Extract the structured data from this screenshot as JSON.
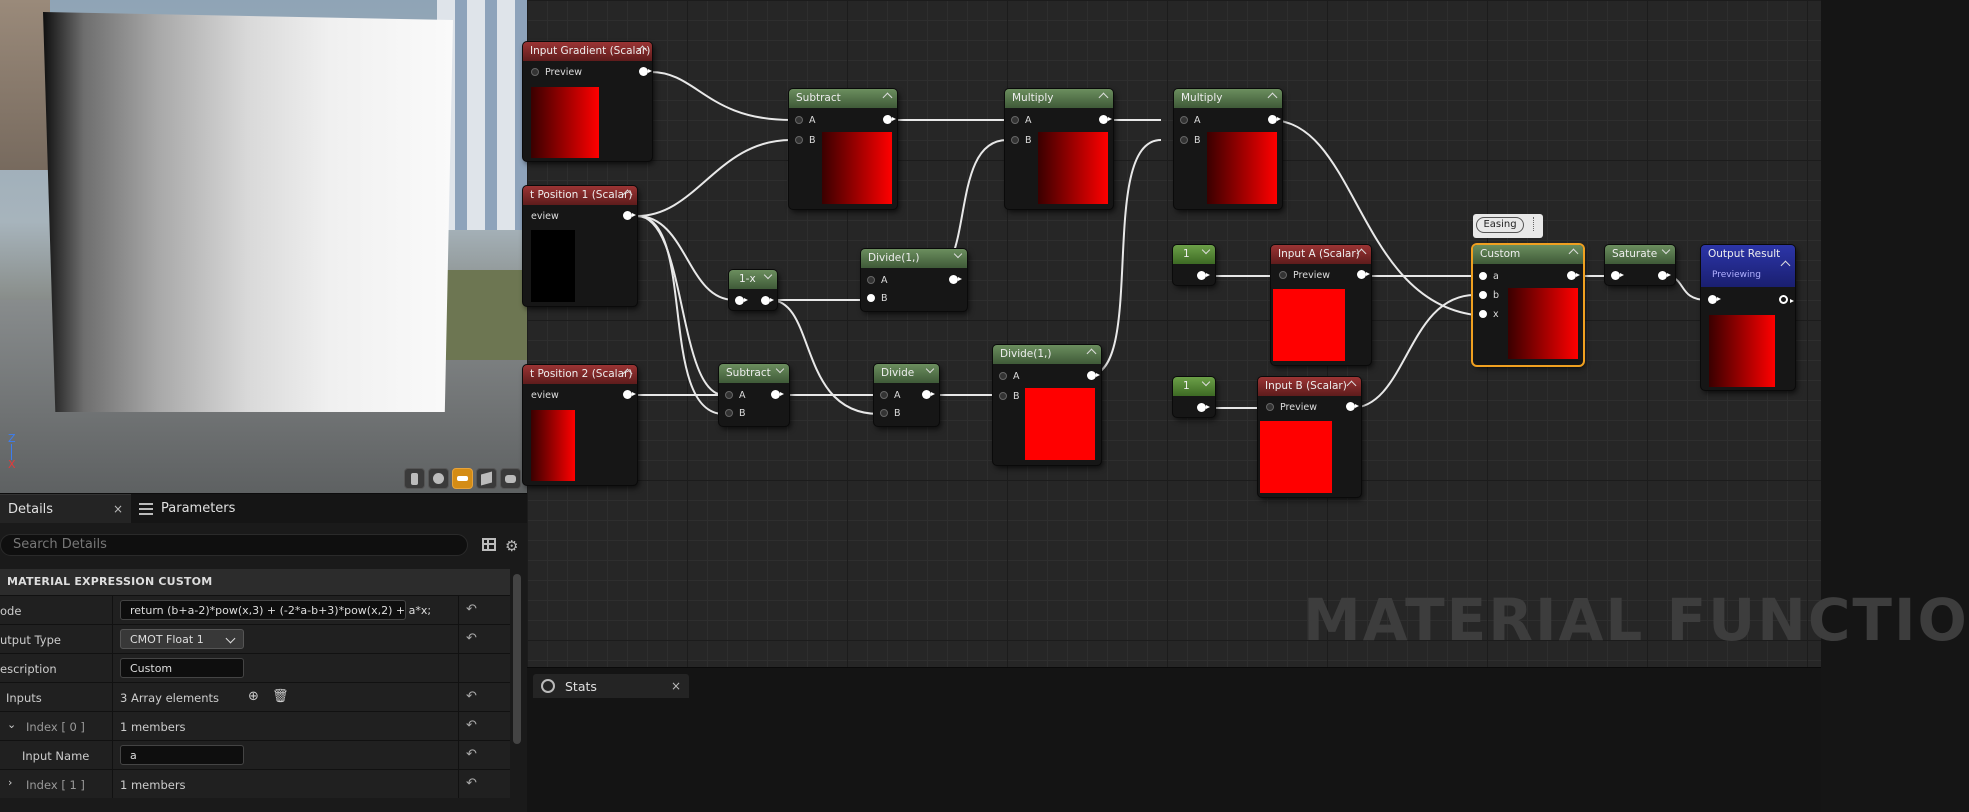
{
  "viewport": {
    "axis": {
      "z": "Z",
      "x": "X"
    },
    "buttons": [
      "cylinder-icon",
      "sphere-icon",
      "plane-icon",
      "cube-icon",
      "custom-mesh-icon"
    ],
    "active_button": 2
  },
  "details": {
    "tabs": [
      {
        "label": "Details",
        "close": "×"
      },
      {
        "label": "Parameters"
      }
    ],
    "search_placeholder": "Search Details",
    "section_title": "MATERIAL EXPRESSION CUSTOM",
    "rows": {
      "code": {
        "label": "ode",
        "value": "return (b+a-2)*pow(x,3) + (-2*a-b+3)*pow(x,2) + a*x;"
      },
      "output_type": {
        "label": "utput Type",
        "value": "CMOT Float 1"
      },
      "description": {
        "label": "escription",
        "value": "Custom"
      },
      "inputs": {
        "label": "Inputs",
        "value": "3 Array elements"
      },
      "index0": {
        "label": "Index [ 0 ]",
        "value": "1 members"
      },
      "input_name": {
        "label": "Input Name",
        "value": "a"
      },
      "index1": {
        "label": "Index [ 1 ]",
        "value": "1 members"
      }
    },
    "reset_glyph": "↶"
  },
  "graph": {
    "watermark": "MATERIAL FUNCTIO",
    "comment": "Easing",
    "nodes": {
      "input_gradient": {
        "title": "Input Gradient (Scalar)",
        "pin": "Preview"
      },
      "input_position1": {
        "title": "t Position 1 (Scalar)",
        "pin": "eview"
      },
      "input_position2": {
        "title": "t Position 2 (Scalar)",
        "pin": "eview"
      },
      "subtract1": {
        "title": "Subtract",
        "a": "A",
        "b": "B"
      },
      "multiply1": {
        "title": "Multiply",
        "a": "A",
        "b": "B"
      },
      "multiply2": {
        "title": "Multiply",
        "a": "A",
        "b": "B"
      },
      "one_minus_x": {
        "title": "1-x"
      },
      "divide1a": {
        "title": "Divide(1,)",
        "a": "A",
        "b": "B"
      },
      "subtract2": {
        "title": "Subtract",
        "a": "A",
        "b": "B"
      },
      "divide": {
        "title": "Divide",
        "a": "A",
        "b": "B"
      },
      "divide1b": {
        "title": "Divide(1,)",
        "a": "A",
        "b": "B"
      },
      "const1a": {
        "title": "1"
      },
      "const1b": {
        "title": "1"
      },
      "input_a": {
        "title": "Input A (Scalar)",
        "pin": "Preview"
      },
      "input_b": {
        "title": "Input B (Scalar)",
        "pin": "Preview"
      },
      "custom": {
        "title": "Custom",
        "a": "a",
        "b": "b",
        "x": "x"
      },
      "saturate": {
        "title": "Saturate"
      },
      "output": {
        "title": "Output Result",
        "sub": "Previewing"
      }
    }
  },
  "stats": {
    "label": "Stats",
    "close": "×"
  }
}
